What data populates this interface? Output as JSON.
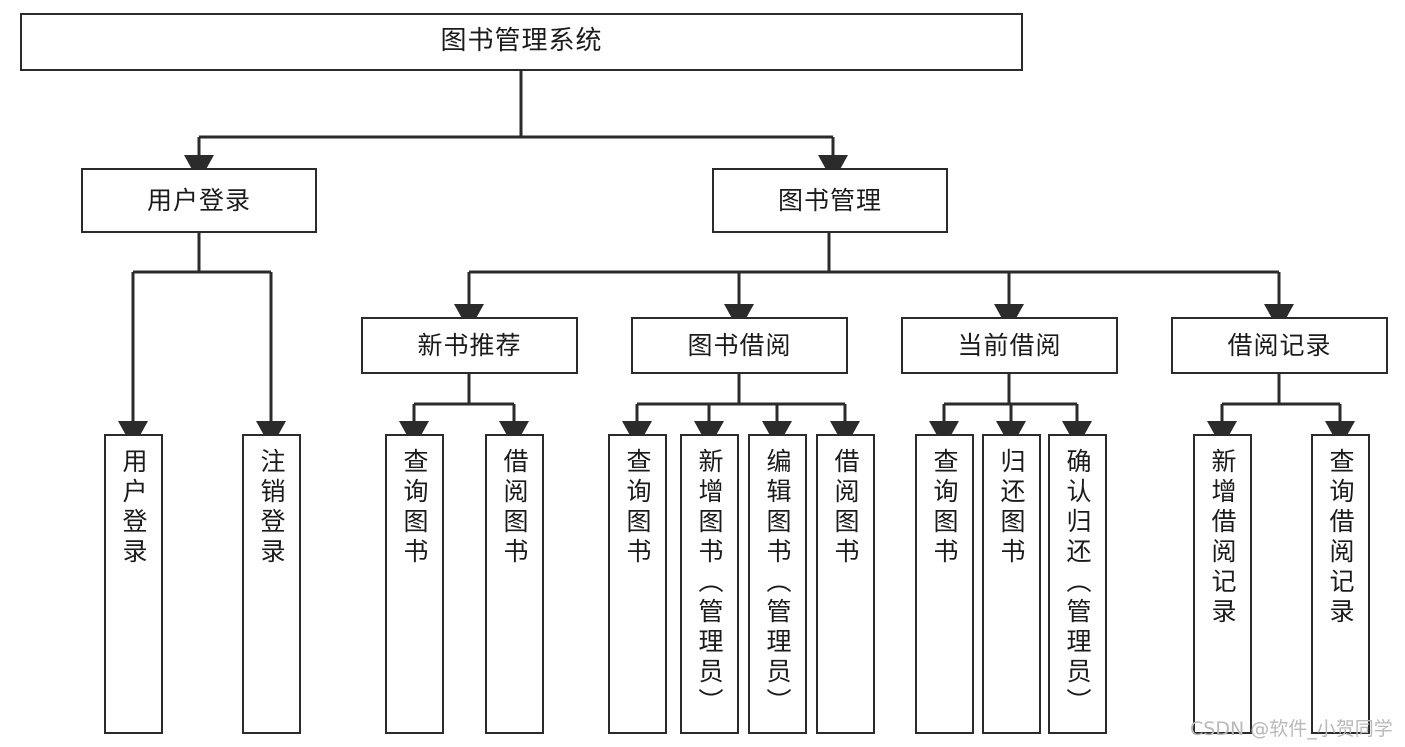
{
  "diagram": {
    "title": "图书管理系统",
    "watermark": "CSDN @软件_小贺同学",
    "colors": {
      "stroke": "#2b2b2b",
      "fill": "#ffffff",
      "text": "#1b1b1b",
      "watermark": "#b9b9b9"
    },
    "nodes": {
      "root": {
        "label": "图书管理系统"
      },
      "level2": [
        {
          "label": "用户登录"
        },
        {
          "label": "图书管理"
        }
      ],
      "level3": [
        {
          "label": "新书推荐"
        },
        {
          "label": "图书借阅"
        },
        {
          "label": "当前借阅"
        },
        {
          "label": "借阅记录"
        }
      ],
      "leaves": {
        "user_login": [
          {
            "label": "用户登录"
          },
          {
            "label": "注销登录"
          }
        ],
        "new_books": [
          {
            "label": "查询图书"
          },
          {
            "label": "借阅图书"
          }
        ],
        "book_borrow": [
          {
            "label": "查询图书"
          },
          {
            "label": "新增图书（管理员）"
          },
          {
            "label": "编辑图书（管理员）"
          },
          {
            "label": "借阅图书"
          }
        ],
        "current_borrow": [
          {
            "label": "查询图书"
          },
          {
            "label": "归还图书"
          },
          {
            "label": "确认归还（管理员）"
          }
        ],
        "borrow_records": [
          {
            "label": "新增借阅记录"
          },
          {
            "label": "查询借阅记录"
          }
        ]
      }
    }
  }
}
